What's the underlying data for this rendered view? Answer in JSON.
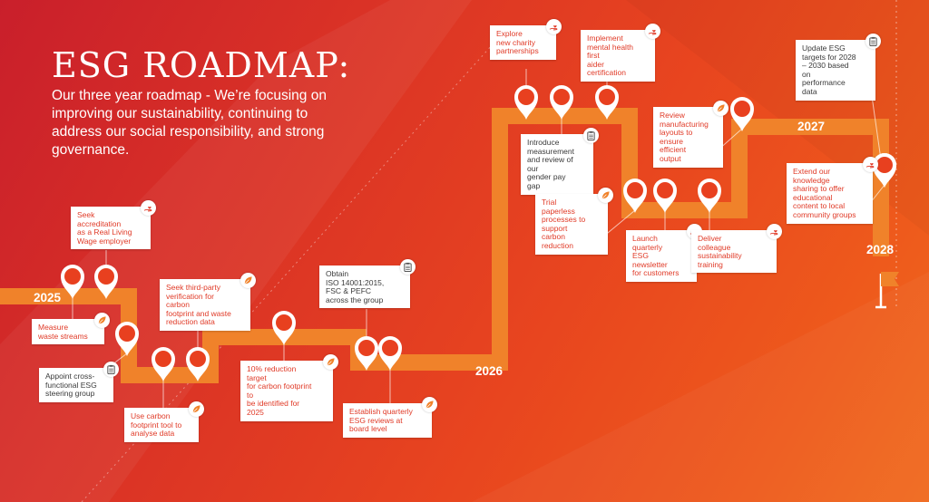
{
  "header": {
    "title": "ESG ROADMAP:",
    "subtitle": "Our three year roadmap - We’re focusing on improving our sustainability, continuing to address our social responsibility, and strong governance."
  },
  "years": [
    "2025",
    "2026",
    "2027",
    "2028"
  ],
  "milestones": [
    {
      "text": "Seek\naccreditation\nas a Real Living\nWage employer",
      "category": "social",
      "icon": "hand-heart-icon"
    },
    {
      "text": "Measure\nwaste streams",
      "category": "environment",
      "icon": "leaf-icon"
    },
    {
      "text": "Appoint cross-\nfunctional ESG\nsteering group",
      "category": "governance",
      "icon": "clipboard-icon"
    },
    {
      "text": "Use carbon\nfootprint tool to\nanalyse data",
      "category": "environment",
      "icon": "leaf-icon"
    },
    {
      "text": "Seek third-party\nverification for carbon\nfootprint and waste\nreduction data",
      "category": "environment",
      "icon": "leaf-icon"
    },
    {
      "text": "10% reduction target\nfor carbon footprint to\nbe identified for 2025",
      "category": "environment",
      "icon": "leaf-icon"
    },
    {
      "text": "Obtain\nISO 14001:2015,\nFSC & PEFC\nacross the group",
      "category": "governance",
      "icon": "clipboard-icon"
    },
    {
      "text": "Establish quarterly\nESG reviews at\nboard level",
      "category": "environment",
      "icon": "leaf-icon"
    },
    {
      "text": "Explore\nnew charity\npartnerships",
      "category": "social",
      "icon": "hand-heart-icon"
    },
    {
      "text": "Implement\nmental health first\naider certification",
      "category": "social",
      "icon": "hand-heart-icon"
    },
    {
      "text": "Introduce\nmeasurement\nand review of our\ngender pay gap",
      "category": "governance",
      "icon": "clipboard-icon"
    },
    {
      "text": "Trial paperless\nprocesses to\nsupport carbon\nreduction",
      "category": "environment",
      "icon": "leaf-icon"
    },
    {
      "text": "Launch\nquarterly\nESG newsletter\nfor customers",
      "category": "social",
      "icon": "hand-heart-icon"
    },
    {
      "text": "Deliver\ncolleague\nsustainability\ntraining",
      "category": "social",
      "icon": "hand-heart-icon"
    },
    {
      "text": "Review\nmanufacturing\nlayouts to ensure\nefficient output",
      "category": "environment",
      "icon": "leaf-icon"
    },
    {
      "text": "Update ESG\ntargets for 2028\n– 2030 based on\nperformance data",
      "category": "governance",
      "icon": "clipboard-icon"
    },
    {
      "text": "Extend our\nknowledge\nsharing to offer\neducational\ncontent to local\ncommunity groups",
      "category": "social",
      "icon": "hand-heart-icon"
    }
  ],
  "finish_icon": "flag-icon",
  "colors": {
    "road": "#f0822a",
    "accent_red": "#e03a27",
    "pin_fill": "#e8401f",
    "card_text_dark": "#3a3a3a",
    "background": "#d92b26"
  }
}
